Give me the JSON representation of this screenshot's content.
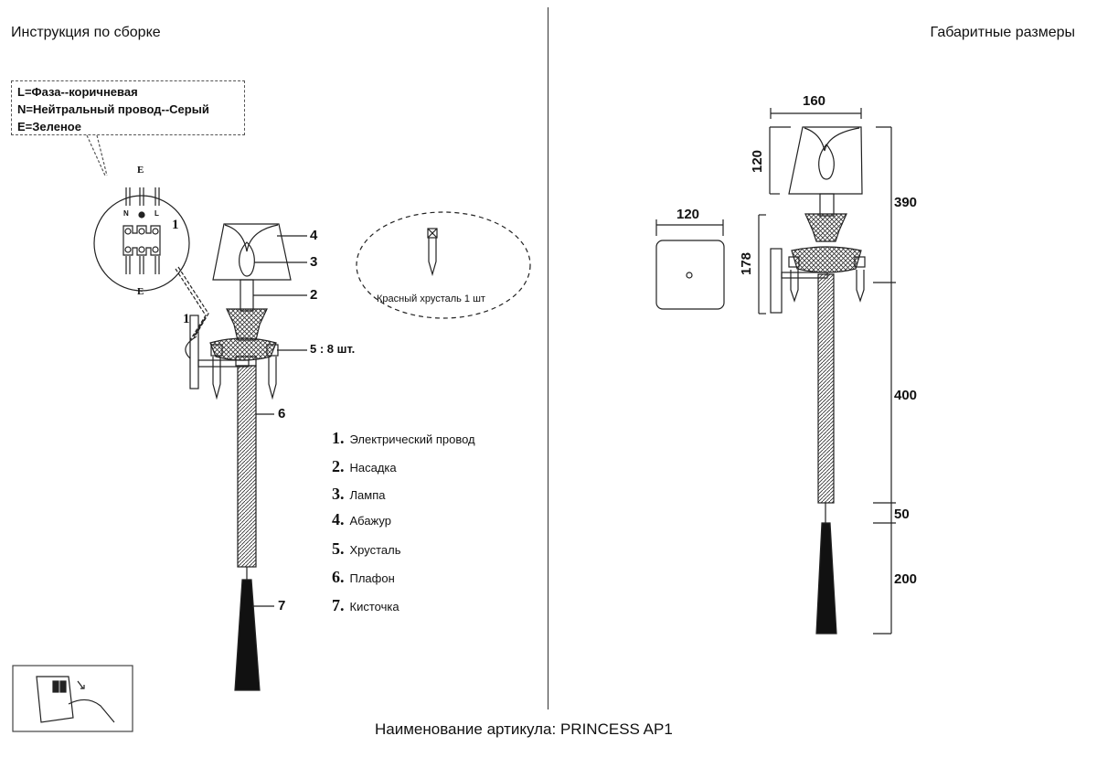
{
  "left": {
    "title": "Инструкция по сборке",
    "wiring_callout": [
      "L=Фаза--коричневая",
      "N=Нейтральный провод--Серый",
      "E=Зеленое"
    ],
    "wiring_labels": {
      "top": "E",
      "bottom": "E",
      "n": "N",
      "l": "L",
      "num": "1"
    },
    "cable_label": "1",
    "part_labels": {
      "p4": "4",
      "p3": "3",
      "p2": "2",
      "p5": "5 : 8 шт.",
      "p6": "6",
      "p7": "7"
    },
    "spare_note": "Красный хрусталь 1 шт",
    "legend": [
      {
        "num": "1.",
        "text": "Электрический провод"
      },
      {
        "num": "2.",
        "text": "Насадка"
      },
      {
        "num": "3.",
        "text": "Лампа"
      },
      {
        "num": "4.",
        "text": "Абажур"
      },
      {
        "num": "5.",
        "text": "Хрусталь"
      },
      {
        "num": "6.",
        "text": "Плафон"
      },
      {
        "num": "7.",
        "text": "Кисточка"
      }
    ]
  },
  "right": {
    "title": "Габаритные размеры",
    "dimensions": {
      "base_width": "120",
      "shade_width": "160",
      "shade_height": "120",
      "arm_height": "178",
      "upper_height": "390",
      "rod_length": "400",
      "joint": "50",
      "tassel": "200"
    }
  },
  "footer": {
    "article": "Наименование артикула: PRINCESS AP1"
  }
}
